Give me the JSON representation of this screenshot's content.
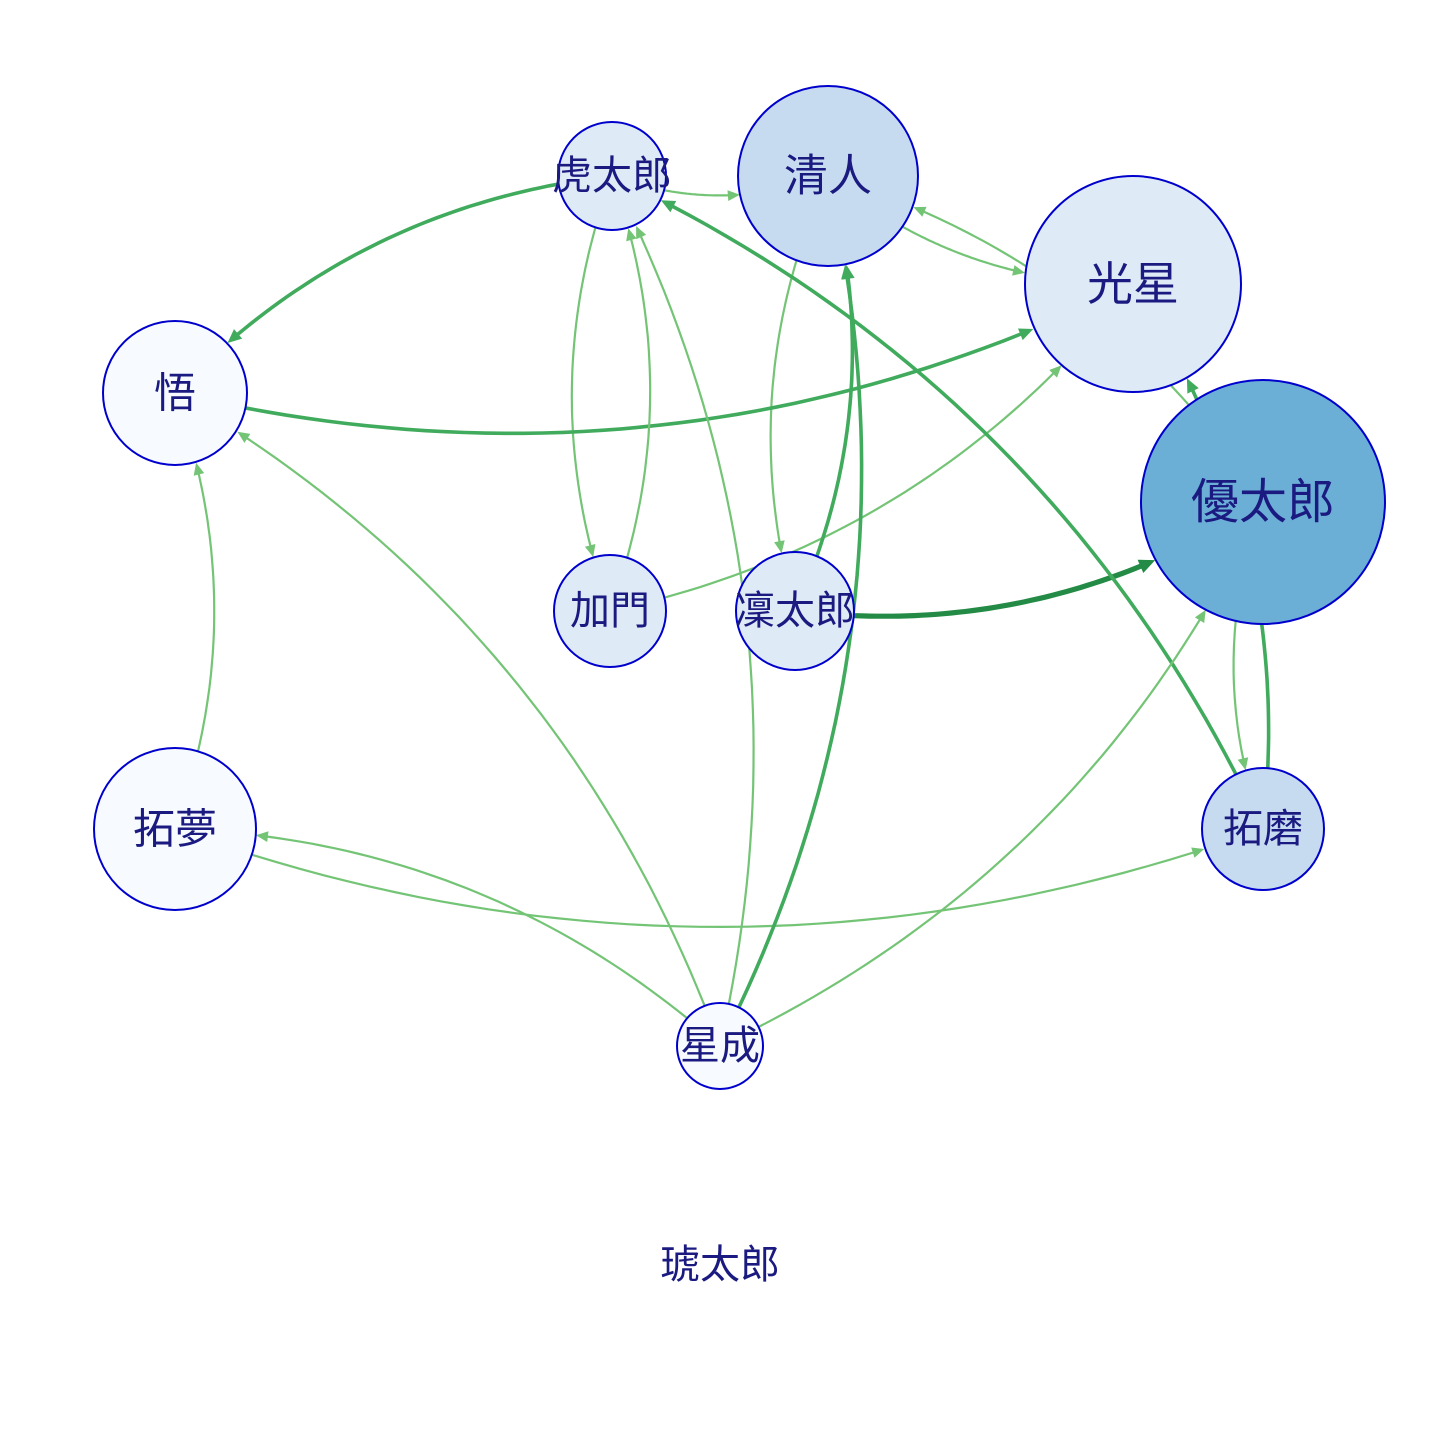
{
  "nodes": [
    {
      "id": "tora",
      "label": "虎太郎",
      "color": "#deebf7"
    },
    {
      "id": "kiyo",
      "label": "清人",
      "color": "#c6dbef"
    },
    {
      "id": "kosei",
      "label": "光星",
      "color": "#deebf7"
    },
    {
      "id": "satoru",
      "label": "悟",
      "color": "#f7fbff"
    },
    {
      "id": "yuta",
      "label": "優太郎",
      "color": "#6baed6"
    },
    {
      "id": "kamon",
      "label": "加門",
      "color": "#deebf7"
    },
    {
      "id": "rinta",
      "label": "凜太郎",
      "color": "#deebf7"
    },
    {
      "id": "takumu",
      "label": "拓夢",
      "color": "#f7fbff"
    },
    {
      "id": "takuma",
      "label": "拓磨",
      "color": "#c6dbef"
    },
    {
      "id": "seina",
      "label": "星成",
      "color": "#f7fbff"
    },
    {
      "id": "kotaro",
      "label": "琥太郎",
      "color": null
    }
  ],
  "edges": [
    {
      "from": "tora",
      "to": "kiyo",
      "weight": 1
    },
    {
      "from": "tora",
      "to": "satoru",
      "weight": 2
    },
    {
      "from": "tora",
      "to": "kamon",
      "weight": 1
    },
    {
      "from": "kiyo",
      "to": "kosei",
      "weight": 1
    },
    {
      "from": "kiyo",
      "to": "rinta",
      "weight": 1
    },
    {
      "from": "satoru",
      "to": "kosei",
      "weight": 2
    },
    {
      "from": "kamon",
      "to": "tora",
      "weight": 1
    },
    {
      "from": "kamon",
      "to": "kosei",
      "weight": 1
    },
    {
      "from": "rinta",
      "to": "kiyo",
      "weight": 2
    },
    {
      "from": "rinta",
      "to": "yuta",
      "weight": 3
    },
    {
      "from": "yuta",
      "to": "kiyo",
      "weight": 1
    },
    {
      "from": "yuta",
      "to": "takuma",
      "weight": 1
    },
    {
      "from": "takuma",
      "to": "tora",
      "weight": 2
    },
    {
      "from": "takuma",
      "to": "kosei",
      "weight": 2
    },
    {
      "from": "takumu",
      "to": "satoru",
      "weight": 1
    },
    {
      "from": "takumu",
      "to": "takuma",
      "weight": 1
    },
    {
      "from": "seina",
      "to": "satoru",
      "weight": 1
    },
    {
      "from": "seina",
      "to": "takumu",
      "weight": 1
    },
    {
      "from": "seina",
      "to": "tora",
      "weight": 1
    },
    {
      "from": "seina",
      "to": "kiyo",
      "weight": 2
    },
    {
      "from": "seina",
      "to": "yuta",
      "weight": 1
    }
  ],
  "edge_colors": {
    "1": "#74c476",
    "2": "#41ab5d",
    "3": "#238b45"
  },
  "node_stroke": "#0000cc",
  "label_color": "#1a1a80"
}
